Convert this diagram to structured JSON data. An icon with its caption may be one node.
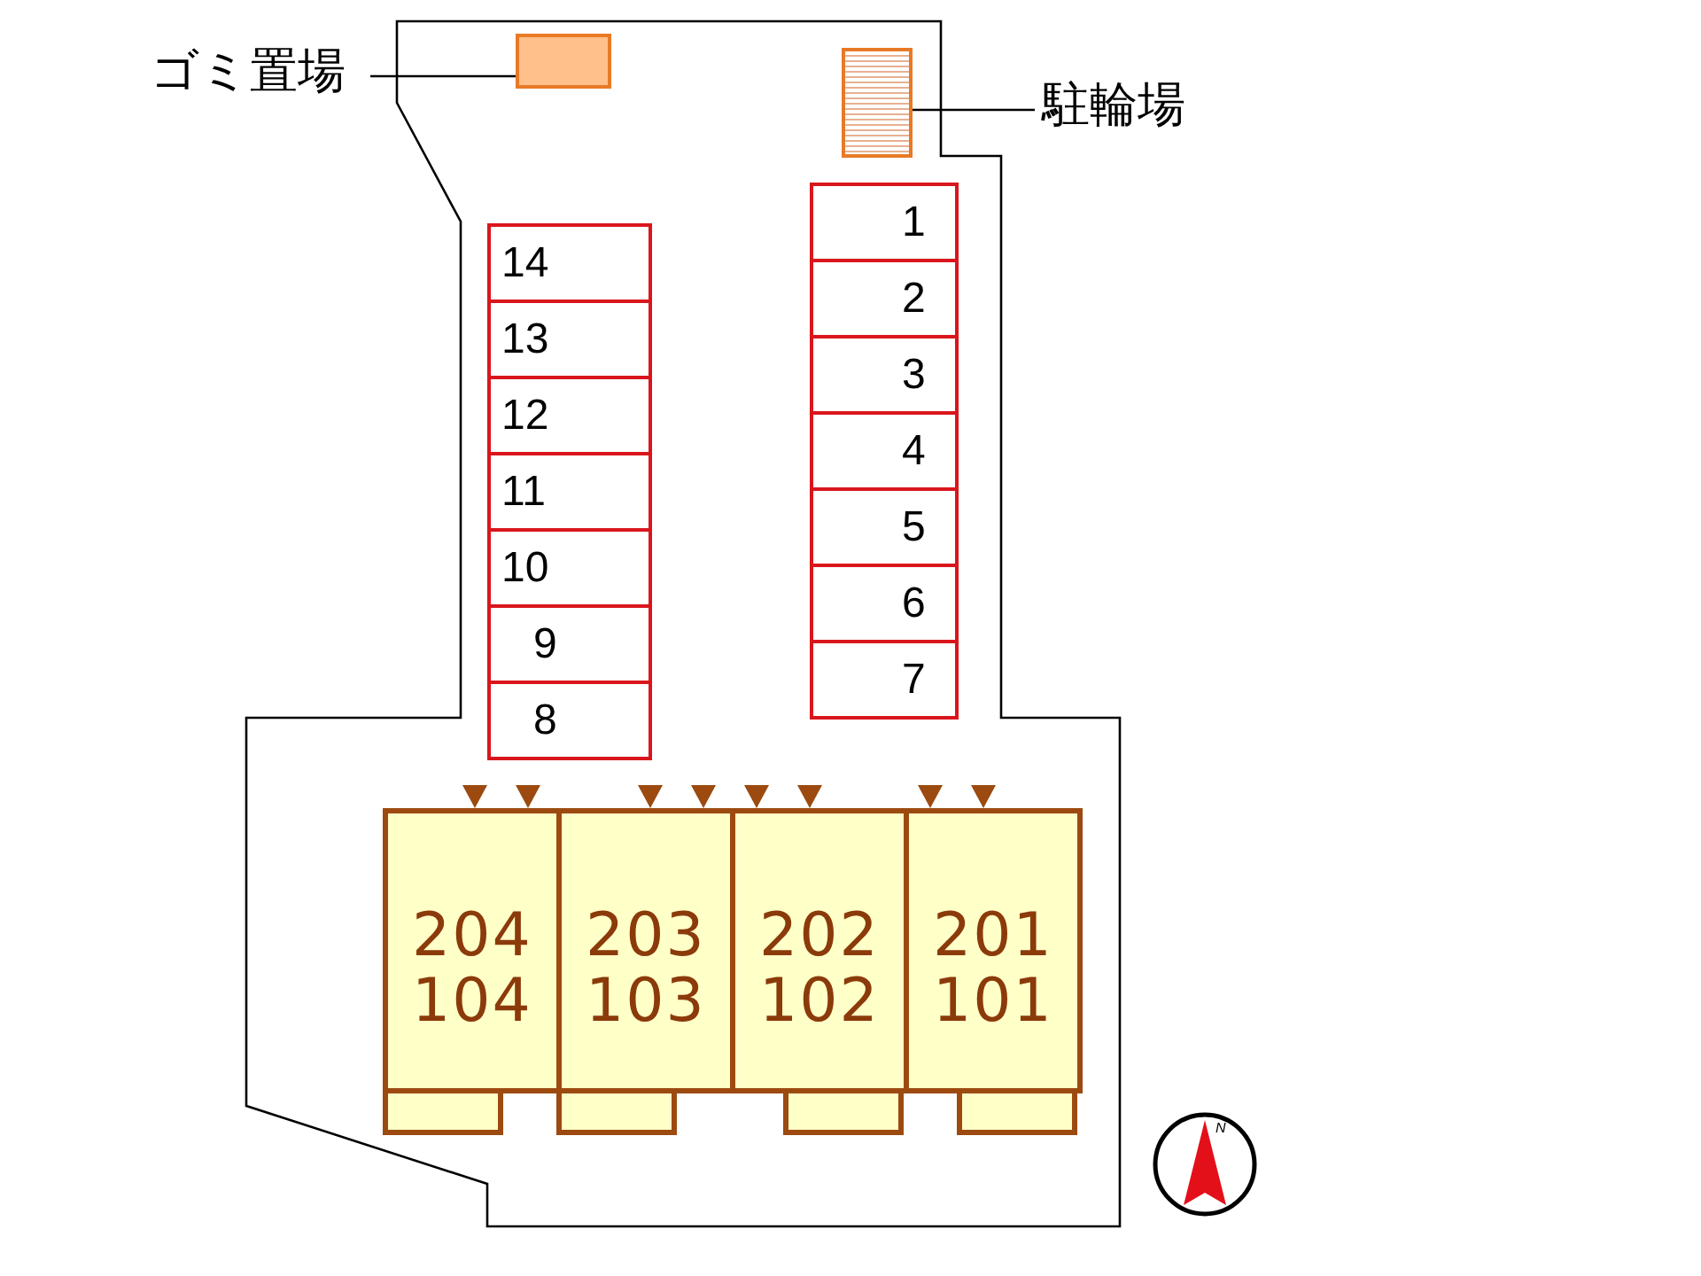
{
  "diagram": {
    "nodes": [
      {
        "text": [
          "ゴミ置場"
        ]
      },
      {
        "text": [],
        "shape": "box"
      },
      {
        "text": [],
        "shape": "box"
      },
      {
        "text": [
          "駐輪場"
        ]
      },
      {
        "text": [
          "14"
        ]
      },
      {
        "text": [
          "13"
        ]
      },
      {
        "text": [
          "12"
        ]
      },
      {
        "text": [
          "11"
        ]
      },
      {
        "text": [
          "10"
        ]
      },
      {
        "text": [
          "9"
        ]
      },
      {
        "text": [
          "8"
        ]
      },
      {
        "text": [
          "1"
        ]
      },
      {
        "text": [
          "2"
        ]
      },
      {
        "text": [
          "3"
        ]
      },
      {
        "text": [
          "4"
        ]
      },
      {
        "text": [
          "5"
        ]
      },
      {
        "text": [
          "6"
        ]
      },
      {
        "text": [
          "7"
        ]
      },
      {
        "text": [
          "204",
          "104"
        ]
      },
      {
        "text": [
          "203",
          "103"
        ]
      },
      {
        "text": [
          "202",
          "102"
        ]
      },
      {
        "text": [
          "201",
          "101"
        ]
      }
    ],
    "edges": [
      {
        "from": 0,
        "to": 1,
        "arrow": "none"
      },
      {
        "from": 3,
        "to": 2,
        "arrow": "none"
      }
    ],
    "labels": [
      "N"
    ]
  }
}
